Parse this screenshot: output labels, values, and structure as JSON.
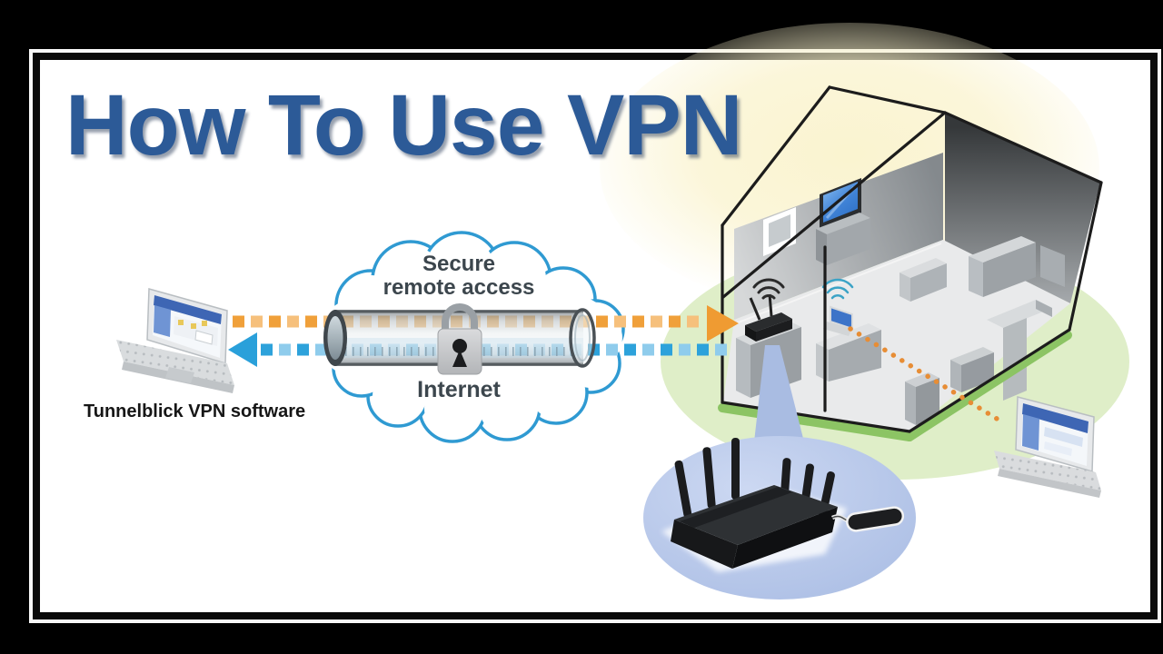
{
  "title": {
    "text": "How To Use VPN",
    "color": "#2c5a97"
  },
  "left_laptop": {
    "label": "Tunnelblick VPN software",
    "label_color": "#161616",
    "icon": "laptop-icon"
  },
  "tunnel_diagram": {
    "caption_line1": "Secure",
    "caption_line2": "remote access",
    "internet_label": "Internet",
    "caption_color": "#3c464d",
    "cloud_outline_color": "#2f9ad2",
    "upload_arrow_color": "#f0a03a",
    "upload_arrow_light_color": "#f6c07c",
    "download_arrow_color": "#2da2db",
    "download_arrow_light_color": "#8fccec",
    "icons": [
      "cloud-icon",
      "tunnel-cylinder-icon",
      "padlock-icon"
    ]
  },
  "house": {
    "glow_color": "#faf3cd",
    "lawn_color": "#dfeec8",
    "grass_edge_color": "#8cc464",
    "tv_screen_color": "#2a6cc4",
    "icons": [
      "house-icon",
      "wifi-icon",
      "tv-icon",
      "window-icon",
      "router-icon",
      "laptop-icon"
    ]
  },
  "router_callout": {
    "bubble_color": "#b9c8ea",
    "pointer_color": "#a9bce2",
    "icons": [
      "router-icon",
      "mouse-icon"
    ]
  },
  "wireless_link": {
    "dot_color": "#e78d35"
  },
  "right_laptop": {
    "icon": "laptop-icon"
  },
  "frame": {
    "outer_color": "#000000",
    "border_color": "#0a0a0a",
    "panel_color": "#ffffff"
  }
}
